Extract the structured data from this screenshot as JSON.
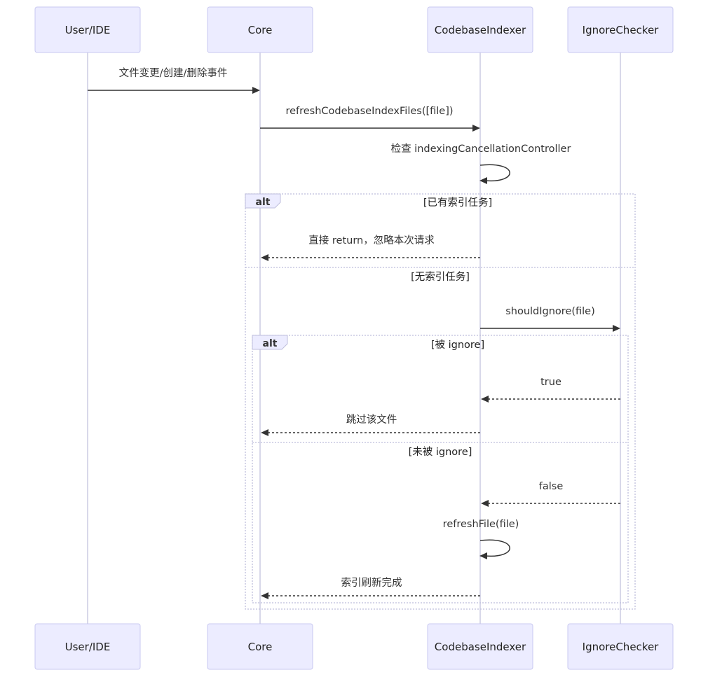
{
  "actors": [
    {
      "id": "user",
      "label": "User/IDE"
    },
    {
      "id": "core",
      "label": "Core"
    },
    {
      "id": "indexer",
      "label": "CodebaseIndexer"
    },
    {
      "id": "ignore",
      "label": "IgnoreChecker"
    }
  ],
  "messages": [
    {
      "from": "user",
      "to": "core",
      "label": "文件变更/创建/删除事件",
      "style": "solid"
    },
    {
      "from": "core",
      "to": "indexer",
      "label": "refreshCodebaseIndexFiles([file])",
      "style": "solid"
    },
    {
      "from": "indexer",
      "to": "indexer",
      "label": "检查 indexingCancellationController",
      "style": "self"
    },
    {
      "from": "indexer",
      "to": "core",
      "label": "直接 return，忽略本次请求",
      "style": "dashed"
    },
    {
      "from": "indexer",
      "to": "ignore",
      "label": "shouldIgnore(file)",
      "style": "solid"
    },
    {
      "from": "ignore",
      "to": "indexer",
      "label": "true",
      "style": "dashed"
    },
    {
      "from": "indexer",
      "to": "core",
      "label": "跳过该文件",
      "style": "dashed"
    },
    {
      "from": "ignore",
      "to": "indexer",
      "label": "false",
      "style": "dashed"
    },
    {
      "from": "indexer",
      "to": "indexer",
      "label": "refreshFile(file)",
      "style": "self"
    },
    {
      "from": "indexer",
      "to": "core",
      "label": "索引刷新完成",
      "style": "dashed"
    }
  ],
  "fragments": [
    {
      "keyword": "alt",
      "conditions": [
        "[已有索引任务]",
        "[无索引任务]"
      ]
    },
    {
      "keyword": "alt",
      "conditions": [
        "[被 ignore]",
        "[未被 ignore]"
      ]
    }
  ],
  "colors": {
    "actor_fill": "#ECECFF",
    "actor_border": "#C8C8F0",
    "lifeline": "#CBCBE2",
    "arrow": "#333333",
    "frame": "#BEBEDC"
  }
}
